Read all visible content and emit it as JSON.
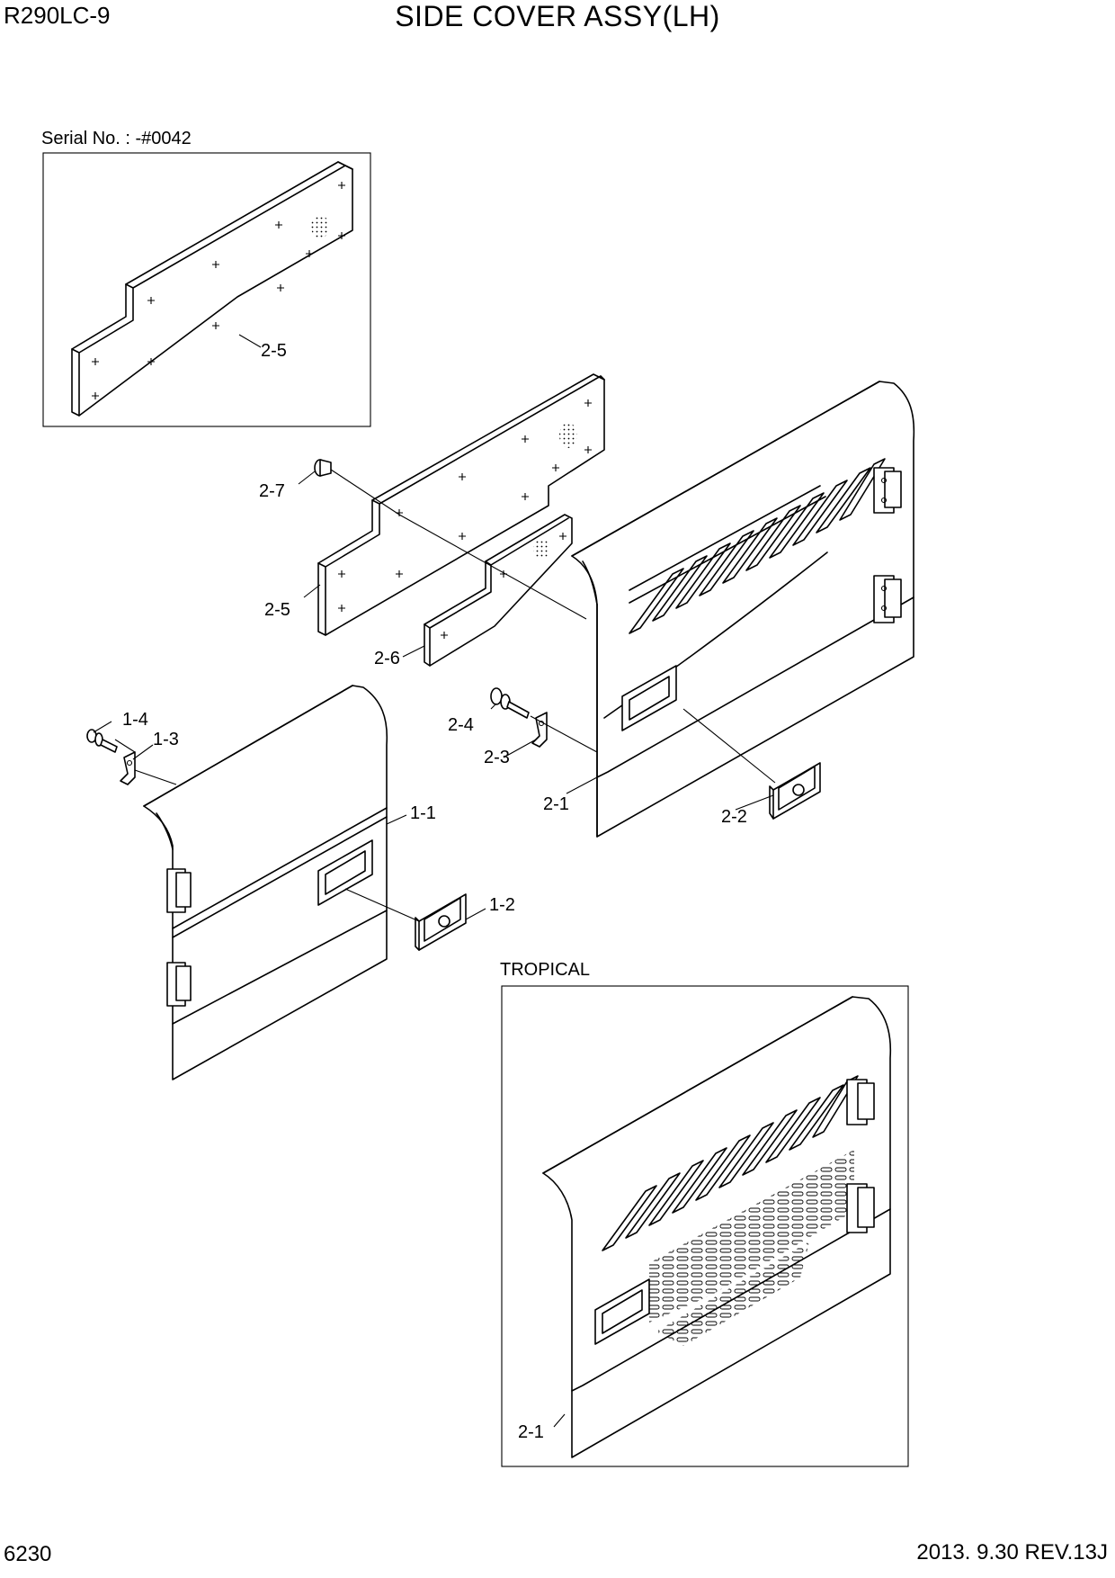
{
  "header": {
    "model": "R290LC-9",
    "title": "SIDE COVER ASSY(LH)"
  },
  "insets": {
    "serial_label": "Serial No. : -#0042",
    "tropical_label": "TROPICAL"
  },
  "callouts": {
    "c_2_5_inset": "2-5",
    "c_2_7": "2-7",
    "c_2_5": "2-5",
    "c_2_6": "2-6",
    "c_1_4": "1-4",
    "c_1_3": "1-3",
    "c_2_4": "2-4",
    "c_2_3": "2-3",
    "c_2_1": "2-1",
    "c_2_2": "2-2",
    "c_1_1": "1-1",
    "c_1_2": "1-2",
    "c_2_1_tropical": "2-1"
  },
  "footer": {
    "page_number": "6230",
    "revision": "2013. 9.30  REV.13J"
  }
}
